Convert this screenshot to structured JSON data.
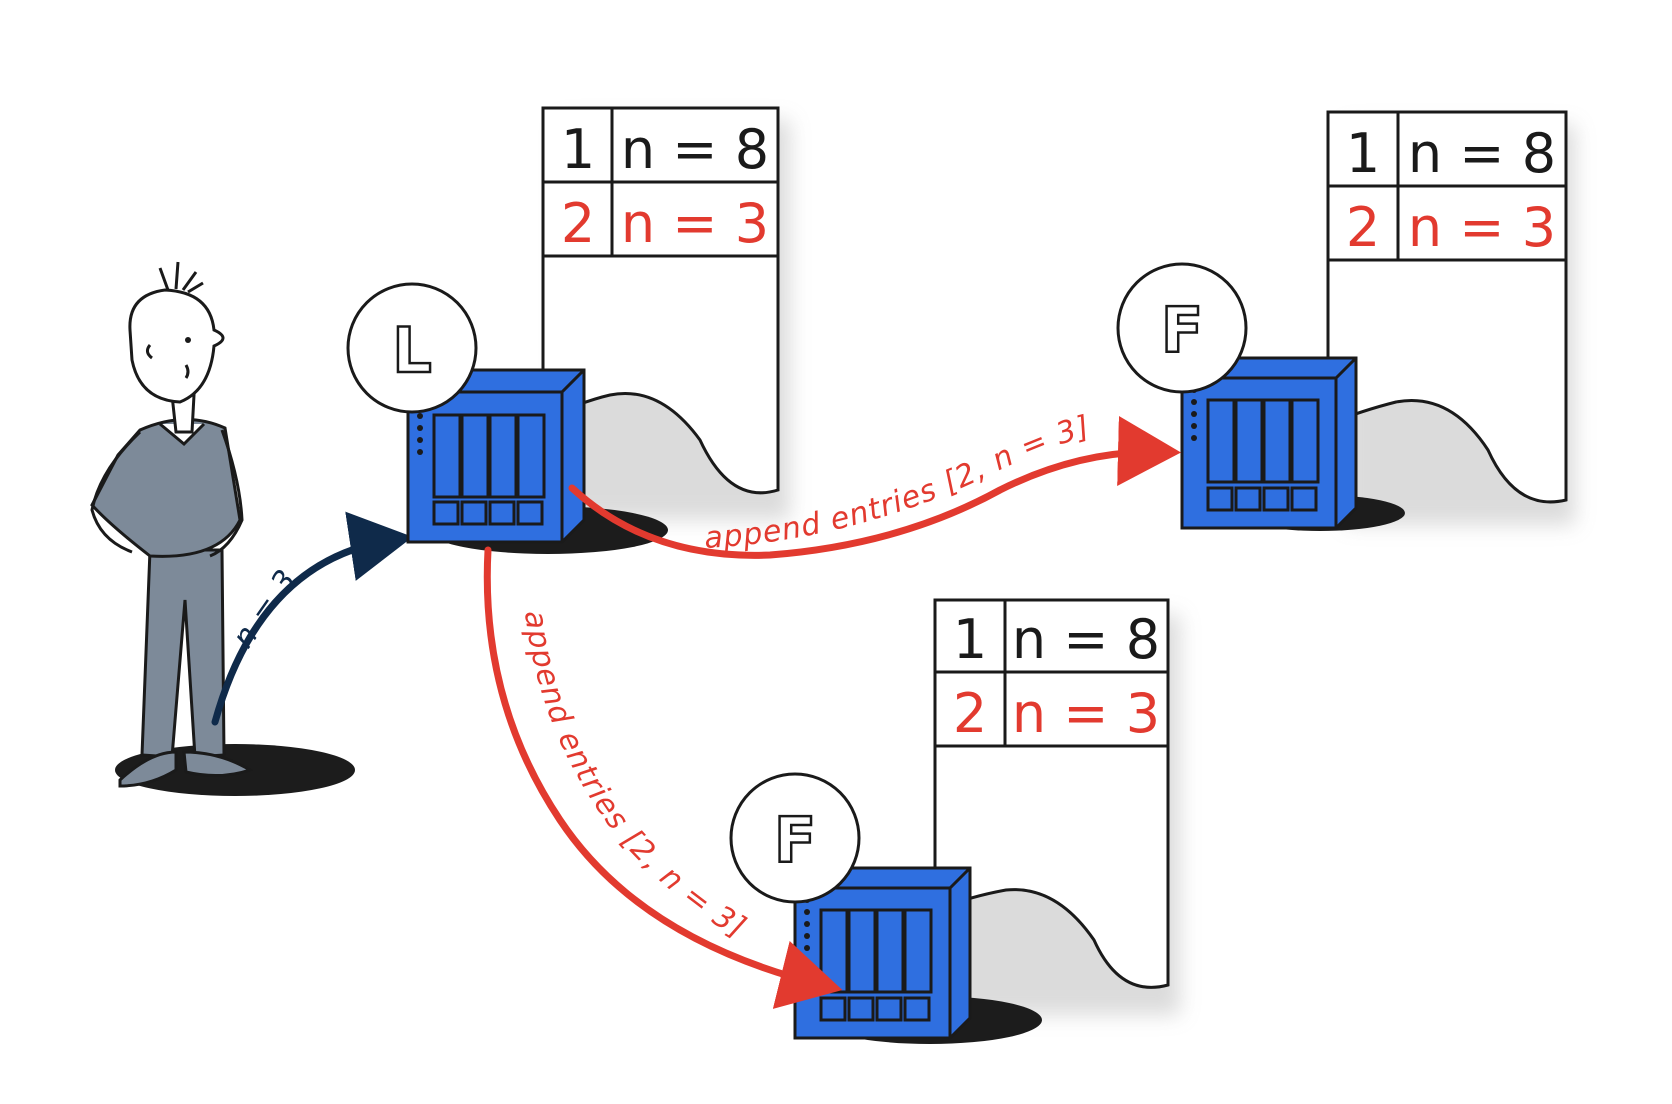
{
  "colors": {
    "ink": "#1a1a1a",
    "red": "#e23a2f",
    "navy": "#0f2a4a",
    "server_blue": "#2f6fe0",
    "person_gray": "#7d8a99",
    "shadow": "#1c1c1c"
  },
  "client": {
    "label": "n = 3"
  },
  "leader": {
    "badge": "L",
    "log": [
      {
        "index": "1",
        "entry": "n = 8",
        "status": "committed"
      },
      {
        "index": "2",
        "entry": "n = 3",
        "status": "new"
      }
    ]
  },
  "follower_right": {
    "badge": "F",
    "log": [
      {
        "index": "1",
        "entry": "n = 8",
        "status": "committed"
      },
      {
        "index": "2",
        "entry": "n = 3",
        "status": "new"
      }
    ]
  },
  "follower_bottom": {
    "badge": "F",
    "log": [
      {
        "index": "1",
        "entry": "n = 8",
        "status": "committed"
      },
      {
        "index": "2",
        "entry": "n = 3",
        "status": "new"
      }
    ]
  },
  "messages": {
    "to_right": "append entries [2, n = 3]",
    "to_bottom": "append entries [2, n = 3]"
  }
}
